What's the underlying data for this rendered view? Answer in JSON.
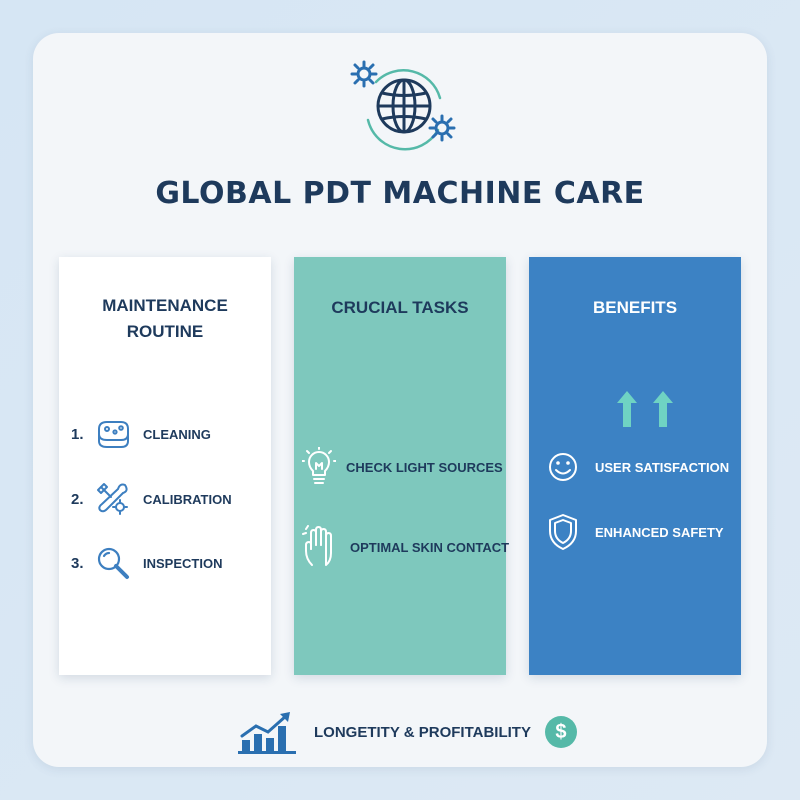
{
  "title": "GLOBAL PDT MACHINE CARE",
  "columns": [
    {
      "heading_line1": "MAINTENANCE",
      "heading_line2": "ROUTINE",
      "items": [
        {
          "number": "1.",
          "label": "CLEANING",
          "icon": "sponge-icon"
        },
        {
          "number": "2.",
          "label": "CALIBRATION",
          "icon": "tools-gear-icon"
        },
        {
          "number": "3.",
          "label": "INSPECTION",
          "icon": "magnifier-icon"
        }
      ]
    },
    {
      "heading": "CRUCIAL TASKS",
      "items": [
        {
          "label": "CHECK LIGHT SOURCES",
          "icon": "lightbulb-icon"
        },
        {
          "label": "OPTIMAL SKIN CONTACT",
          "icon": "hand-icon"
        }
      ]
    },
    {
      "heading": "BENEFITS",
      "items": [
        {
          "label": "USER SATISFACTION",
          "icon": "smiley-icon"
        },
        {
          "label": "ENHANCED SAFETY",
          "icon": "shield-icon"
        }
      ]
    }
  ],
  "footer": {
    "label": "LONGETITY & PROFITABILITY",
    "currency_symbol": "$"
  },
  "colors": {
    "navy": "#1e3a5c",
    "teal": "#7ec8bd",
    "blue": "#3c82c4",
    "mint": "#55b9a8",
    "icon_blue": "#3d7fc0",
    "arrow_mint": "#6fd3c3"
  }
}
